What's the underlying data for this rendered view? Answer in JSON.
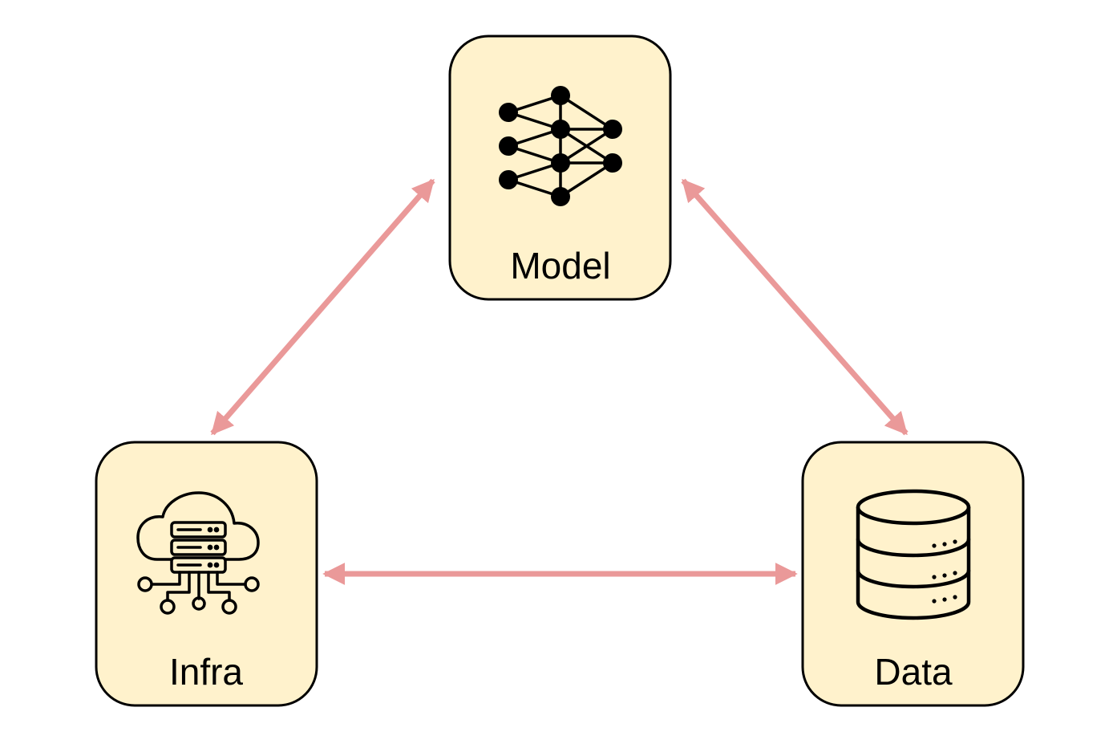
{
  "nodes": {
    "model": {
      "label": "Model",
      "icon": "neural-network-icon"
    },
    "infra": {
      "label": "Infra",
      "icon": "cloud-server-icon"
    },
    "data": {
      "label": "Data",
      "icon": "database-icon"
    }
  },
  "edges": [
    {
      "from": "model",
      "to": "infra",
      "direction": "bidirectional"
    },
    {
      "from": "model",
      "to": "data",
      "direction": "bidirectional"
    },
    {
      "from": "infra",
      "to": "data",
      "direction": "bidirectional"
    }
  ],
  "colors": {
    "node_fill": "#fff2cc",
    "node_stroke": "#000000",
    "arrow": "#ea9999",
    "icon": "#000000"
  }
}
